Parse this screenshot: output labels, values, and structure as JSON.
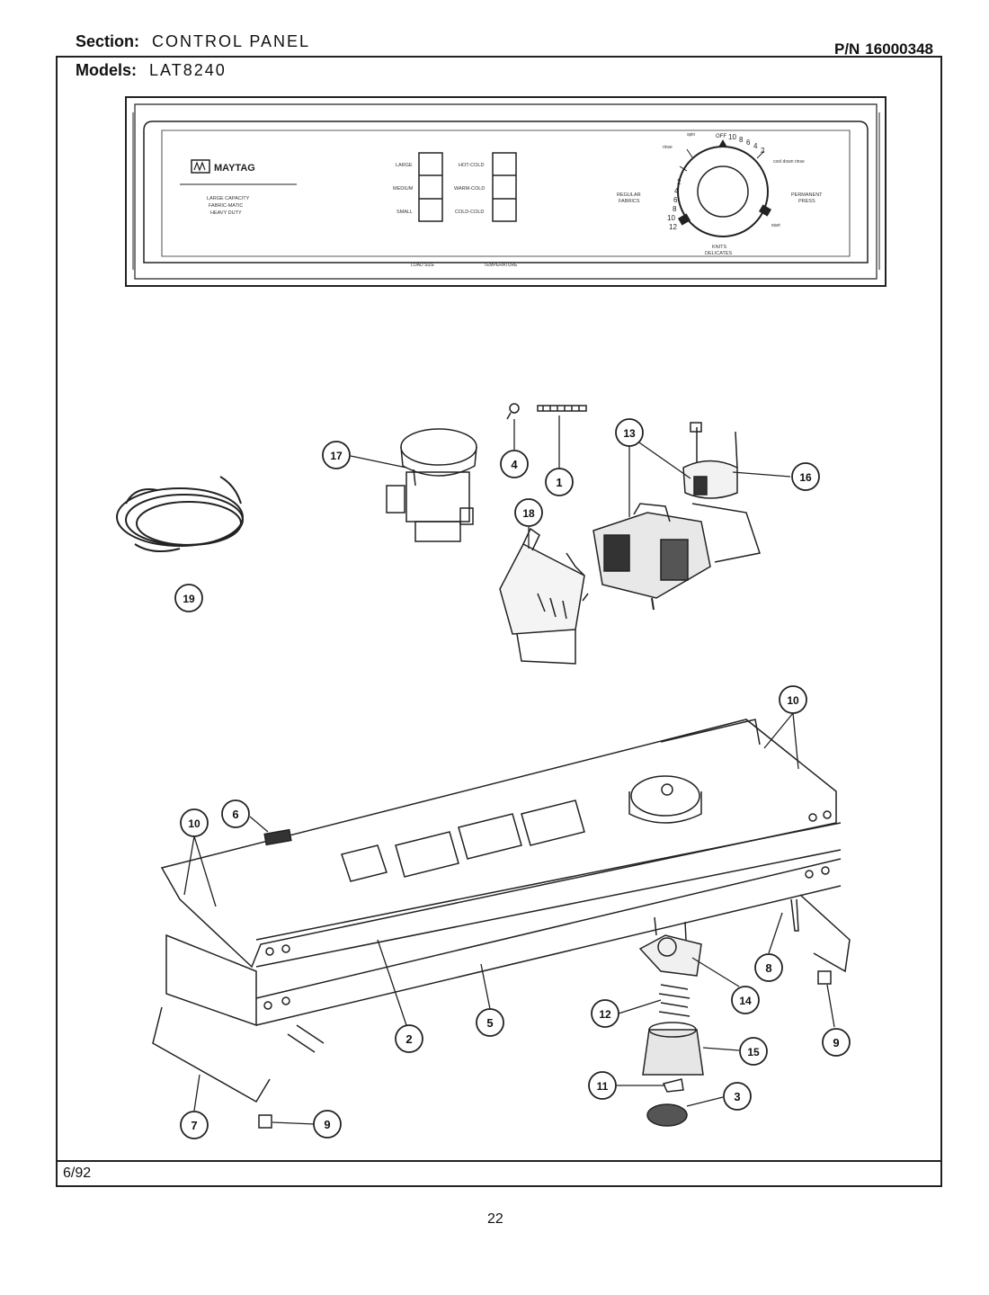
{
  "header": {
    "section_label": "Section:",
    "section_value": "CONTROL PANEL",
    "models_label": "Models:",
    "models_value": "LAT8240",
    "pn_label": "P/N",
    "pn_value": "16000348"
  },
  "panel": {
    "brand": "MAYTAG",
    "description": [
      "LARGE CAPACITY",
      "FABRIC-MATIC",
      "HEAVY DUTY"
    ],
    "load_buttons": [
      "LARGE",
      "MEDIUM",
      "SMALL"
    ],
    "temp_buttons": [
      "HOT-COLD",
      "WARM-COLD",
      "COLD-COLD"
    ],
    "load_caption": "LOAD SIZE",
    "temp_caption": "TEMPERATURE",
    "dial_left_label": [
      "REGULAR",
      "FABRICS"
    ],
    "dial_right_label": [
      "PERMANENT",
      "PRESS"
    ],
    "dial_bottom_label": [
      "KNITS",
      "DELICATES"
    ],
    "dial_left_numbers": [
      "2",
      "4",
      "6",
      "8",
      "10",
      "12"
    ],
    "dial_top_numbers": [
      "OFF",
      "10",
      "8",
      "6",
      "4",
      "2"
    ],
    "dial_words": {
      "rinse": "rinse",
      "spin": "spin",
      "cool_down_rinse": "cool down rinse",
      "start": "start"
    }
  },
  "callouts": [
    "1",
    "2",
    "3",
    "4",
    "5",
    "6",
    "7",
    "8",
    "9",
    "9",
    "10",
    "10",
    "11",
    "12",
    "13",
    "14",
    "15",
    "16",
    "17",
    "18",
    "19"
  ],
  "footer": {
    "date": "6/92",
    "page": "22"
  }
}
